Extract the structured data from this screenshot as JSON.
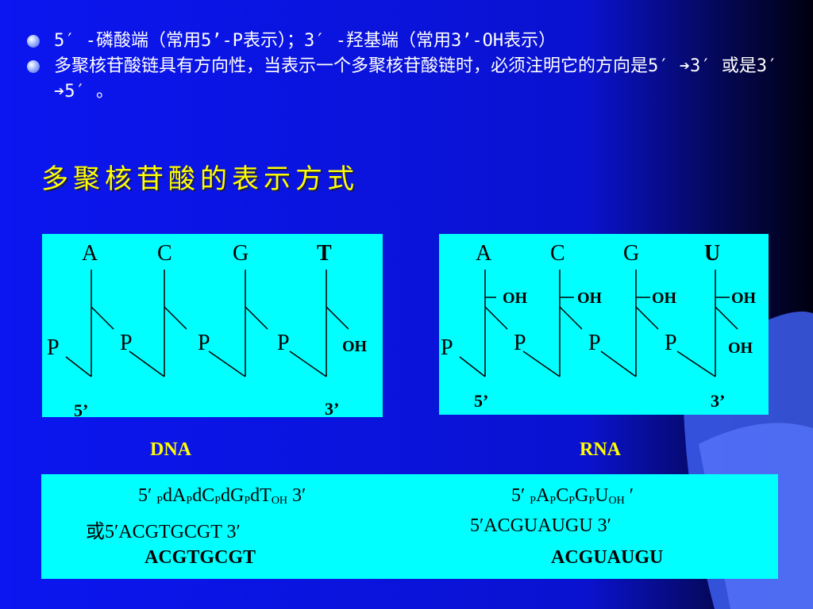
{
  "bullets": [
    "5′ -磷酸端（常用5’-P表示）；3′ -羟基端（常用3’-OH表示）",
    "多聚核苷酸链具有方向性，当表示一个多聚核苷酸链时，必须注明它的方向是5′ ➔3′ 或是3′ ➔5′ 。"
  ],
  "heading": "多聚核苷酸的表示方式",
  "dna": {
    "bases": [
      "A",
      "C",
      "G",
      "T"
    ],
    "phosphate": "P",
    "oh": "OH",
    "end5": "5’",
    "end3": "3’",
    "label": "DNA"
  },
  "rna": {
    "bases": [
      "A",
      "C",
      "G",
      "U"
    ],
    "phosphate": "P",
    "oh": "OH",
    "end5": "5’",
    "end3": "3’",
    "label": "RNA"
  },
  "sequences": {
    "dna": {
      "prefix": "5′",
      "parts": [
        {
          "sub": "P"
        },
        {
          "text": "dA"
        },
        {
          "sub": "P"
        },
        {
          "text": "dC"
        },
        {
          "sub": "P"
        },
        {
          "text": "dG"
        },
        {
          "sub": "P"
        },
        {
          "text": "dT"
        },
        {
          "sub": "OH"
        },
        {
          "text": " 3′"
        }
      ],
      "alt": "或5′ACGTGCGT  3′",
      "short": "ACGTGCGT"
    },
    "rna": {
      "prefix": "5′",
      "parts": [
        {
          "sub": "P"
        },
        {
          "text": "A"
        },
        {
          "sub": "P"
        },
        {
          "text": "C"
        },
        {
          "sub": "P"
        },
        {
          "text": "G"
        },
        {
          "sub": "P"
        },
        {
          "text": "U"
        },
        {
          "sub": "OH"
        },
        {
          "text": " ′"
        }
      ],
      "alt": "5′ACGUAUGU 3′",
      "short": "ACGUAUGU"
    }
  },
  "colors": {
    "background_dark": "#000033",
    "background_blue": "#0a14e6",
    "panel": "#00ffff",
    "heading": "#ffff00",
    "label": "#ffff00"
  }
}
